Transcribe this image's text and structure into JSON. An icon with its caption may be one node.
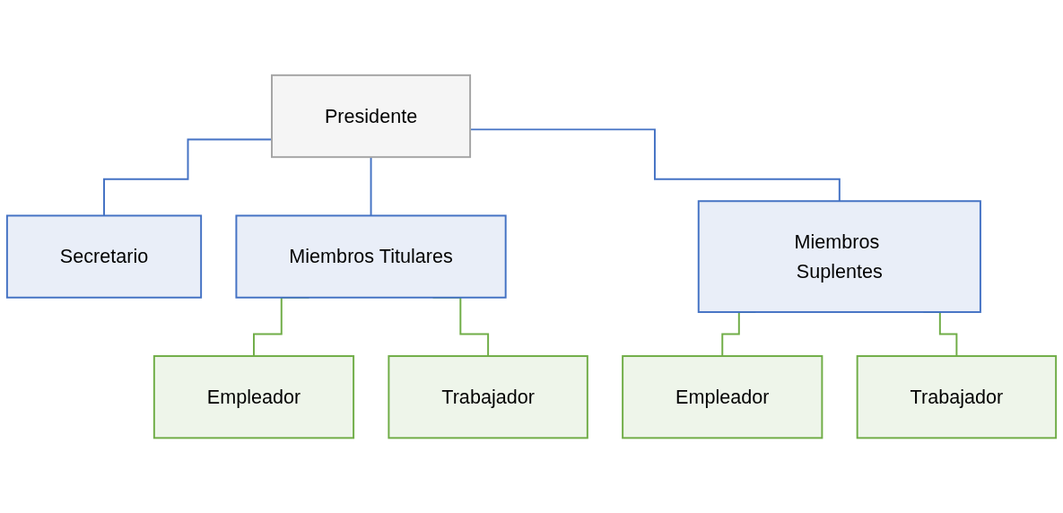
{
  "diagram": {
    "nodes": [
      {
        "text": [
          "Presidente"
        ]
      },
      {
        "text": [
          "Secretario"
        ]
      },
      {
        "text": [
          "Miembros Titulares"
        ]
      },
      {
        "text": [
          "Miembros Suplentes"
        ]
      },
      {
        "text": [
          "Empleador"
        ]
      },
      {
        "text": [
          "Trabajador"
        ]
      },
      {
        "text": [
          "Empleador"
        ]
      },
      {
        "text": [
          "Trabajador"
        ]
      }
    ],
    "edges": [
      {
        "from": 0,
        "to": 1,
        "arrow": "none",
        "color": "#4472c4"
      },
      {
        "from": 0,
        "to": 2,
        "arrow": "none",
        "color": "#4472c4"
      },
      {
        "from": 0,
        "to": 3,
        "arrow": "none",
        "color": "#4472c4"
      },
      {
        "from": 2,
        "to": 4,
        "arrow": "none",
        "color": "#70ad47"
      },
      {
        "from": 2,
        "to": 5,
        "arrow": "none",
        "color": "#70ad47"
      },
      {
        "from": 3,
        "to": 6,
        "arrow": "none",
        "color": "#70ad47"
      },
      {
        "from": 3,
        "to": 7,
        "arrow": "none",
        "color": "#70ad47"
      }
    ]
  }
}
